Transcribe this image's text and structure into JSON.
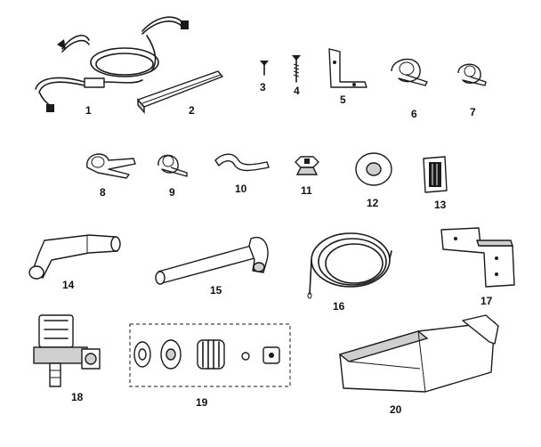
{
  "figure": {
    "part_labels": [
      "1",
      "2",
      "3",
      "4",
      "5",
      "6",
      "7",
      "8",
      "9",
      "10",
      "11",
      "12",
      "13",
      "14",
      "15",
      "16",
      "17",
      "18",
      "19",
      "20"
    ]
  },
  "colors": {
    "ink": "#1a1a1a",
    "paper": "#ffffff"
  }
}
